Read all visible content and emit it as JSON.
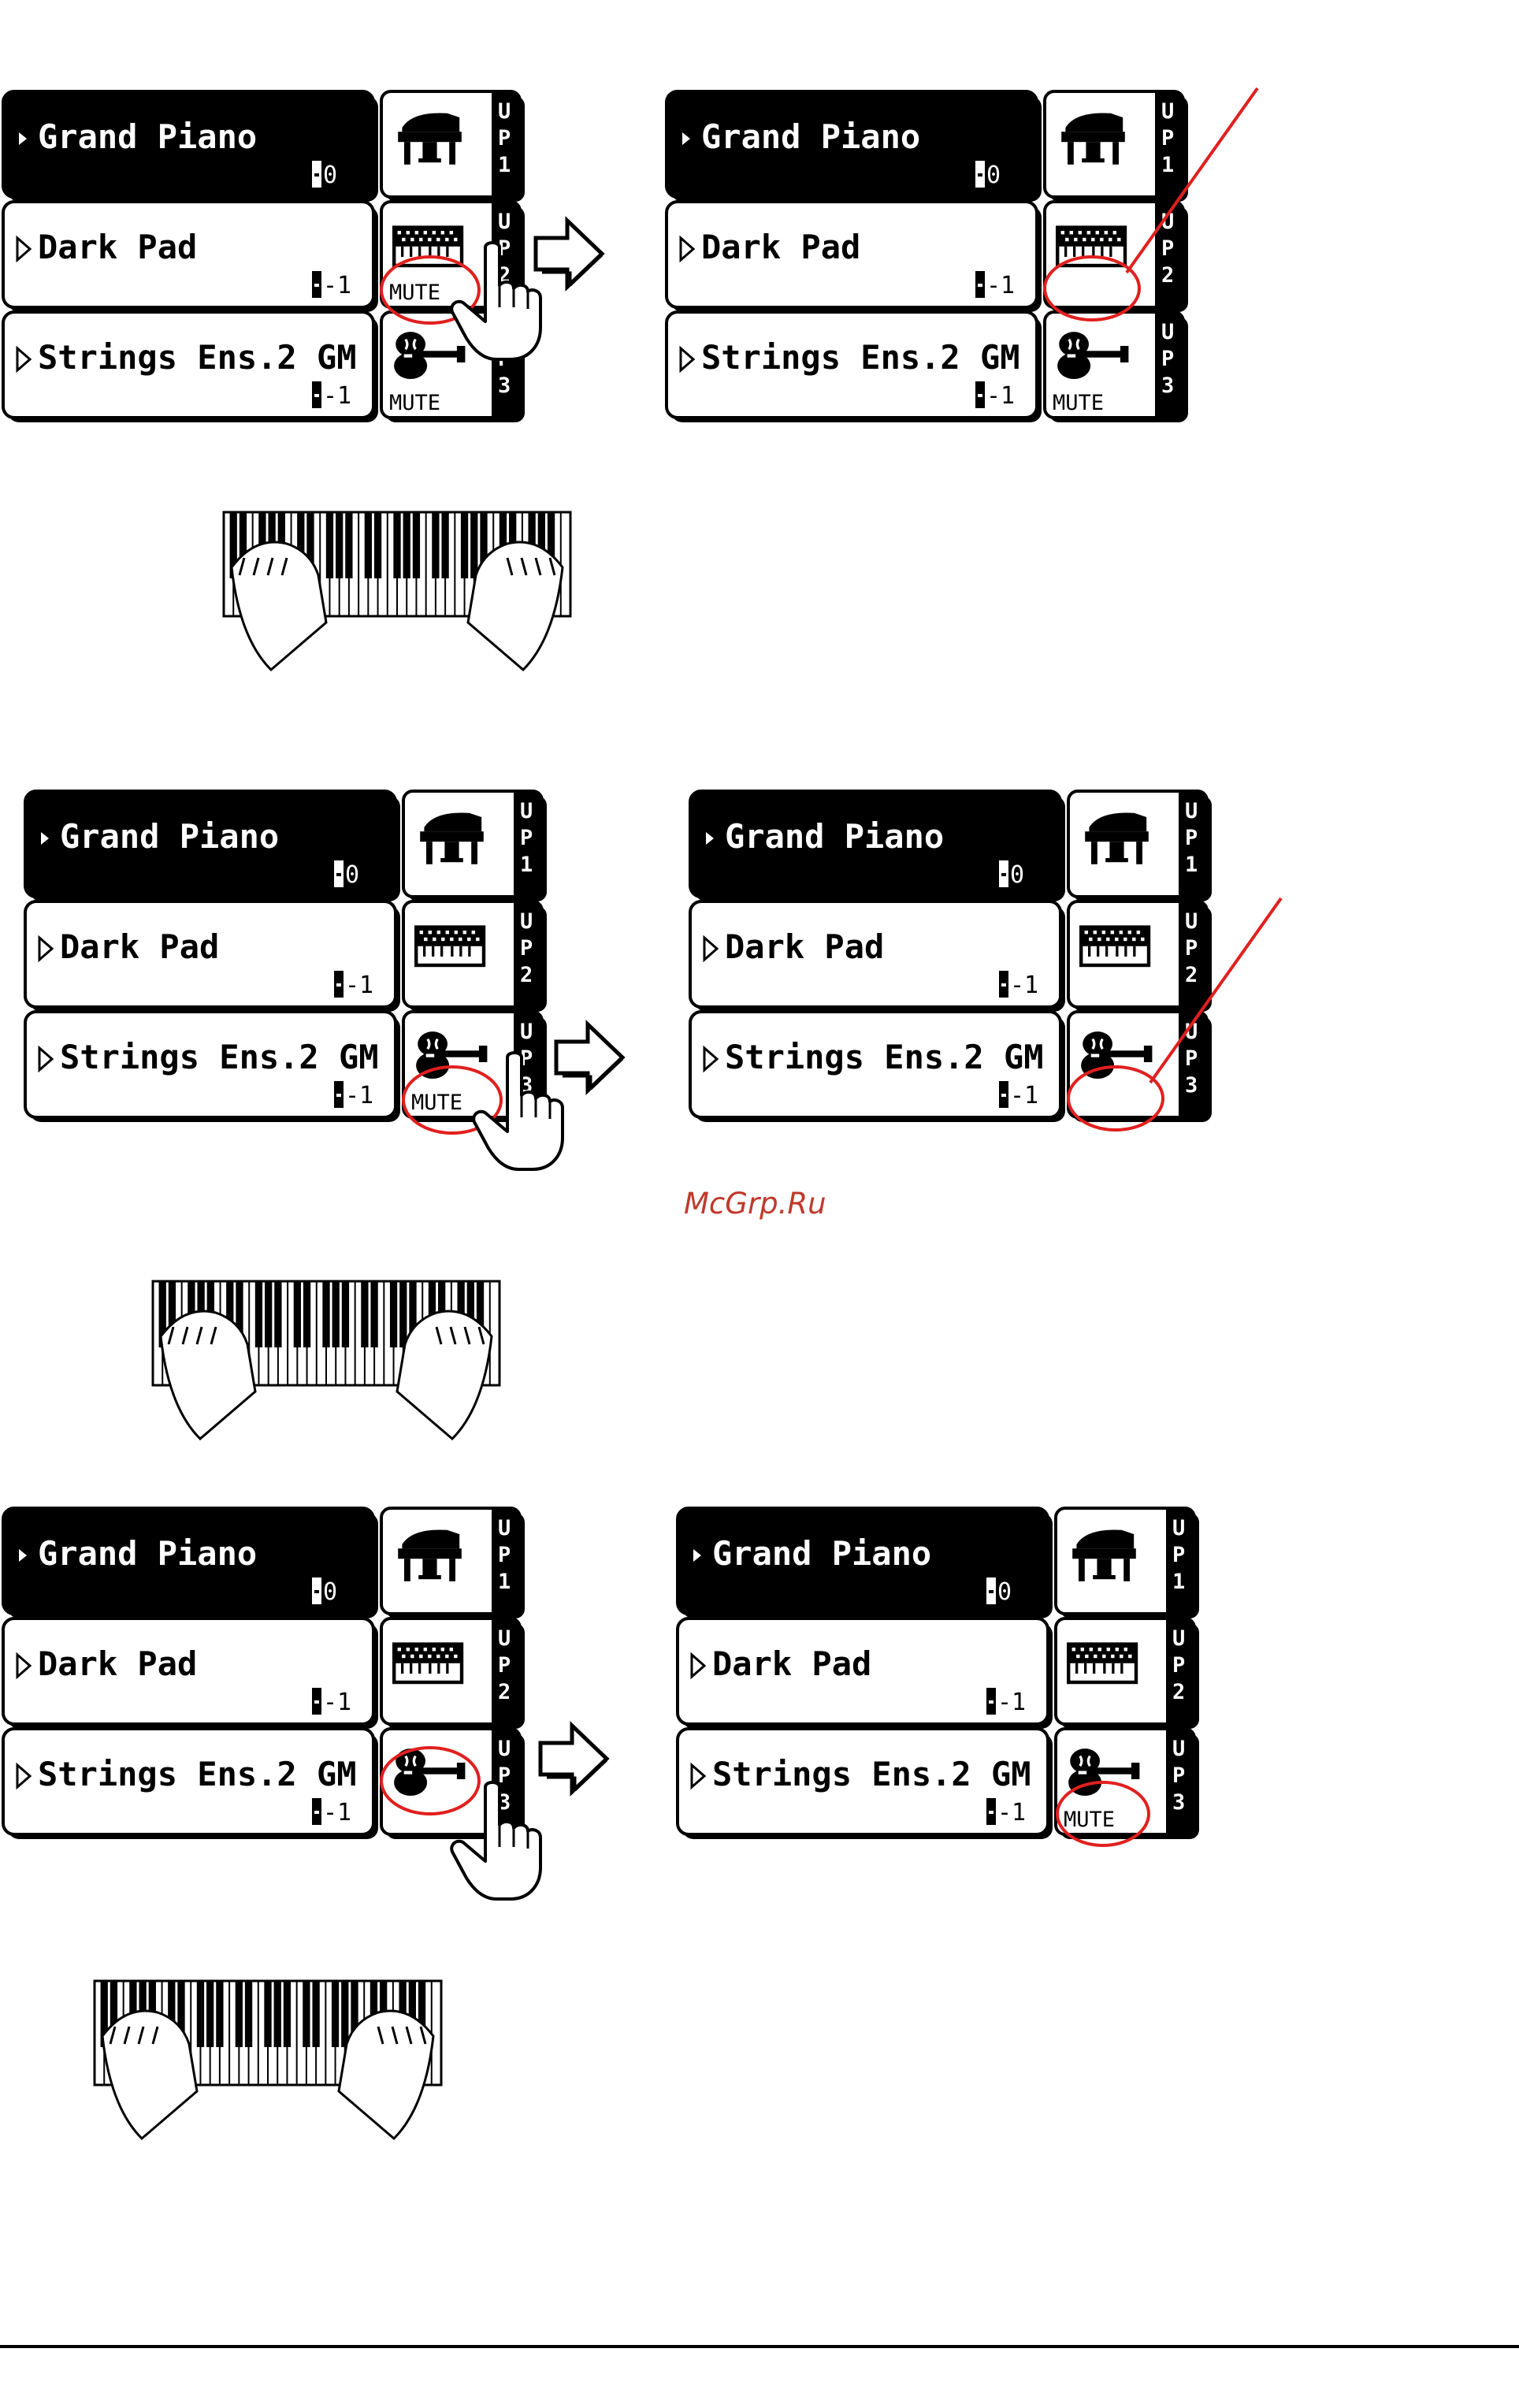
{
  "colors": {
    "selected_bg": "#000000",
    "panel_bg": "#ffffff",
    "highlight": "#e0201e",
    "watermark": "#c0392b"
  },
  "icons": [
    "grand-piano-icon",
    "synth-keyboard-icon",
    "violin-icon",
    "pointing-hand-icon",
    "arrow-right-icon",
    "hands-on-keyboard-icon"
  ],
  "tracks": [
    {
      "name": "Grand Piano",
      "value": "0",
      "side": [
        "U",
        "P",
        "1"
      ]
    },
    {
      "name": "Dark Pad",
      "value": "-1",
      "side": [
        "U",
        "P",
        "2"
      ]
    },
    {
      "name": "Strings Ens.2 GM",
      "value": "-1",
      "side": [
        "U",
        "P",
        "3"
      ]
    }
  ],
  "mute_label": "MUTE",
  "watermark": "McGrp.Ru",
  "steps": [
    {
      "before": {
        "mute": [
          false,
          true,
          true
        ],
        "tap_track": 1
      },
      "after": {
        "mute": [
          false,
          false,
          true
        ],
        "callout_track": 1
      }
    },
    {
      "before": {
        "mute": [
          false,
          false,
          true
        ],
        "tap_track": 2
      },
      "after": {
        "mute": [
          false,
          false,
          false
        ],
        "callout_track": 2
      }
    },
    {
      "before": {
        "mute": [
          false,
          false,
          false
        ],
        "tap_track": 2
      },
      "after": {
        "mute": [
          false,
          false,
          true
        ],
        "circle_track": 2
      }
    }
  ]
}
